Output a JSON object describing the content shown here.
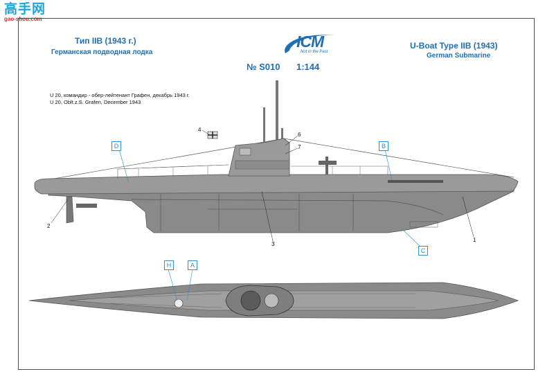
{
  "watermark": {
    "cn": "高手网",
    "url": "gao-shou.com"
  },
  "title_ru": {
    "line1": "Тип IIB (1943 г.)",
    "line2": "Германская подводная лодка"
  },
  "title_en": {
    "line1": "U-Boat Type IIB (1943)",
    "line2": "German Submarine"
  },
  "logo": {
    "brand": "ICM",
    "slogan": "Not in the Past"
  },
  "kit": {
    "number": "№ S010",
    "scale": "1:144"
  },
  "description": {
    "ru": "U 20, командир - обер-лейтенант Графен, декабрь 1943 г.",
    "en": "U 20, Oblt.z.S. Grafen, December 1943"
  },
  "callouts": {
    "A": "A",
    "B": "B",
    "C": "C",
    "D": "D",
    "H": "H"
  },
  "numbers": {
    "n1": "1",
    "n2": "2",
    "n3": "3",
    "n4": "4",
    "n6": "6",
    "n7": "7"
  },
  "colors": {
    "accent": "#1f6fb4",
    "hull": "#8c8c8c",
    "hull_dark": "#6f6f6f",
    "frame": "#4a4a4a"
  }
}
